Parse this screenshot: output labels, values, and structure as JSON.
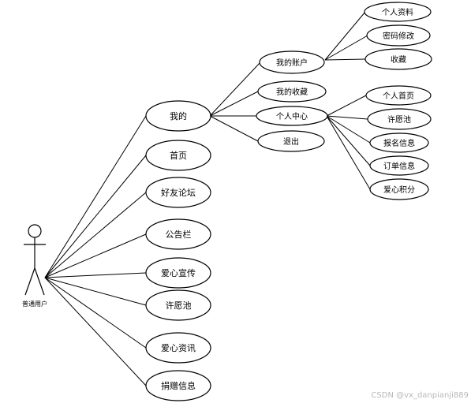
{
  "actor": {
    "label": "普通用户"
  },
  "use_cases": {
    "wode": "我的",
    "shouye": "首页",
    "haoyou_luntan": "好友论坛",
    "gonggao_lan": "公告栏",
    "aixin_xuanchuan": "爱心宣传",
    "xuyuan_chi": "许愿池",
    "aixin_zixun": "爱心资讯",
    "juanzeng_xinxi": "捐赠信息"
  },
  "wode_children": {
    "wode_zhanghu": "我的账户",
    "wode_shoucang": "我的收藏",
    "geren_zhongxin": "个人中心",
    "tuichu": "退出"
  },
  "zhanghu_children": {
    "geren_ziliao": "个人资料",
    "mima_xiugai": "密码修改",
    "shoucang": "收藏"
  },
  "zhongxin_children": {
    "geren_shouye": "个人首页",
    "xuyuan_chi": "许愿池",
    "baoming_xinxi": "报名信息",
    "dingdan_xinxi": "订单信息",
    "aixin_jifen": "爱心积分"
  },
  "watermark": "CSDN @vx_danpianji889"
}
